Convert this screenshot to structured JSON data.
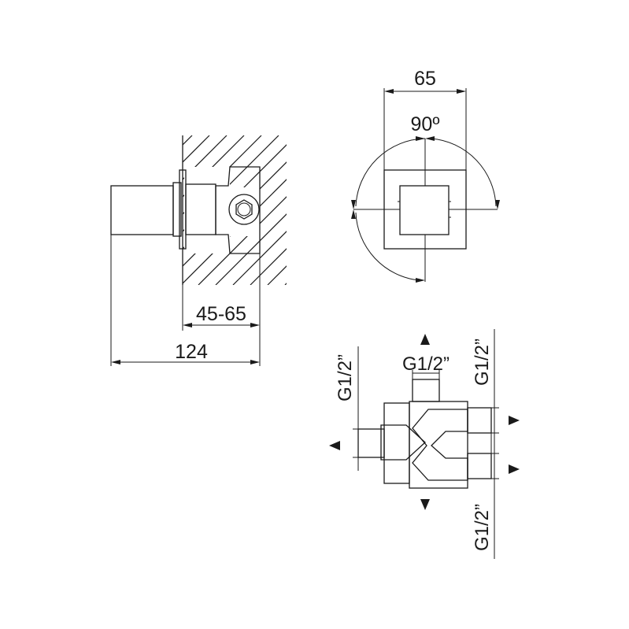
{
  "side_view": {
    "dim_wall_depth": "45-65",
    "dim_total_depth": "124"
  },
  "front_view": {
    "dim_plate_width": "65",
    "dim_rotation_angle": "90º"
  },
  "valve_body": {
    "thread_top": "G1/2”",
    "thread_left": "G1/2”",
    "thread_right_upper": "G1/2”",
    "thread_right_lower": "G1/2”"
  },
  "colors": {
    "ink": "#1a1a1a",
    "background": "#ffffff"
  }
}
